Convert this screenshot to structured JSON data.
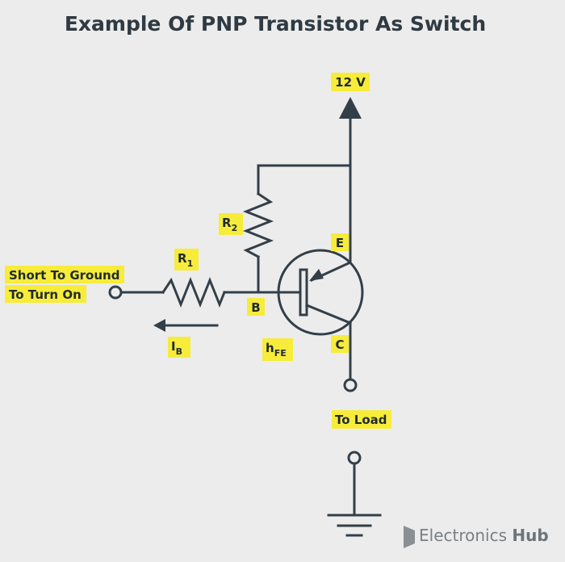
{
  "title": "Example Of PNP Transistor As Switch",
  "supply": {
    "label": "12 V"
  },
  "resistor1": {
    "letter": "R",
    "index": "1"
  },
  "resistor2": {
    "letter": "R",
    "index": "2"
  },
  "input": {
    "line1": "Short To Ground",
    "line2": "To Turn On"
  },
  "current": {
    "letter": "I",
    "subscript": "B"
  },
  "terminals": {
    "base": "B",
    "emitter": "E",
    "collector": "C"
  },
  "gain": {
    "letter": "h",
    "subscript": "FE"
  },
  "load": {
    "label": "To Load"
  },
  "brand": {
    "name_part1": "Electronics",
    "name_part2": "Hub"
  }
}
